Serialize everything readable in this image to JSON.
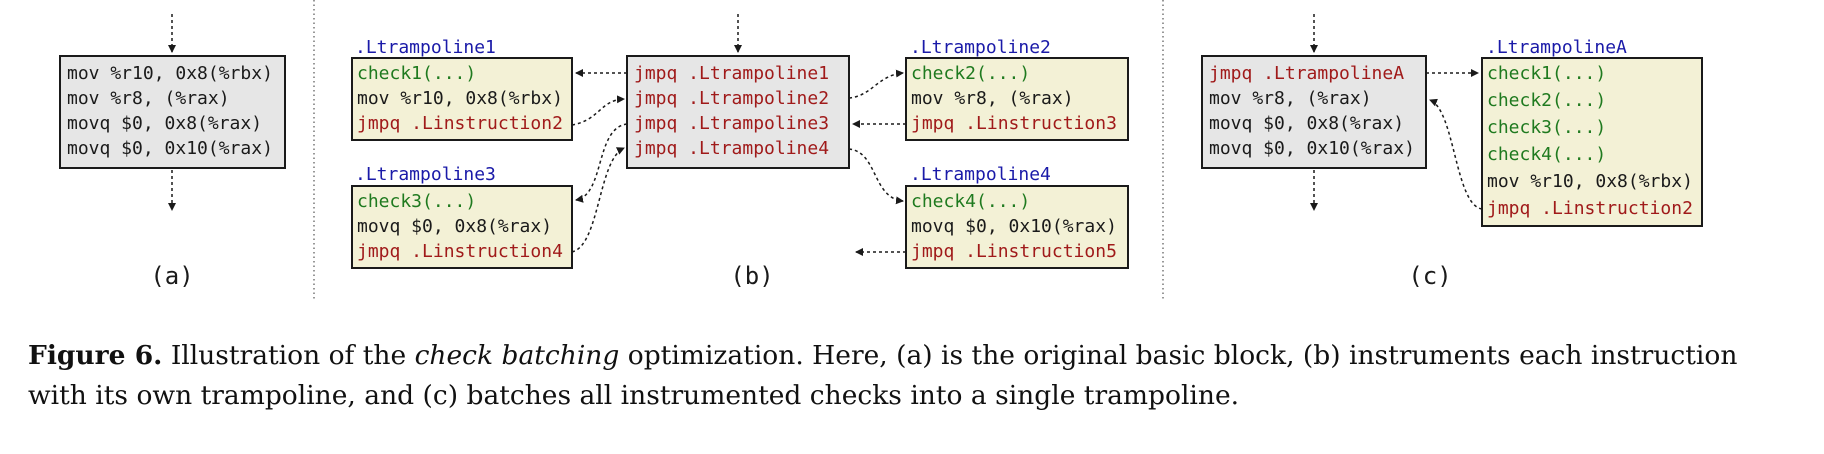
{
  "colors": {
    "black": "#1a1a1a",
    "check_green": "#1f7a1f",
    "jump_red": "#a01a1a",
    "label_blue": "#1a1aa8",
    "block_gray": "#e6e6e6",
    "tramp_yellow": "#f3f1d6"
  },
  "panel_a": {
    "lines": [
      "mov %r10, 0x8(%rbx)",
      "mov %r8, (%rax)",
      "movq $0, 0x8(%rax)",
      "movq $0, 0x10(%rax)"
    ],
    "caption": "(a)"
  },
  "panel_b": {
    "main_lines": [
      "jmpq .Ltrampoline1",
      "jmpq .Ltrampoline2",
      "jmpq .Ltrampoline3",
      "jmpq .Ltrampoline4"
    ],
    "tramp1": {
      "label": ".Ltrampoline1",
      "lines": [
        "check1(...)",
        "mov %r10, 0x8(%rbx)",
        "jmpq .Linstruction2"
      ]
    },
    "tramp2": {
      "label": ".Ltrampoline2",
      "lines": [
        "check2(...)",
        "mov %r8, (%rax)",
        "jmpq .Linstruction3"
      ]
    },
    "tramp3": {
      "label": ".Ltrampoline3",
      "lines": [
        "check3(...)",
        "movq $0, 0x8(%rax)",
        "jmpq .Linstruction4"
      ]
    },
    "tramp4": {
      "label": ".Ltrampoline4",
      "lines": [
        "check4(...)",
        "movq $0, 0x10(%rax)",
        "jmpq .Linstruction5"
      ]
    },
    "caption": "(b)"
  },
  "panel_c": {
    "main_lines": [
      "jmpq .LtrampolineA",
      "mov %r8, (%rax)",
      "movq $0, 0x8(%rax)",
      "movq $0, 0x10(%rax)"
    ],
    "trampA": {
      "label": ".LtrampolineA",
      "lines": [
        "check1(...)",
        "check2(...)",
        "check3(...)",
        "check4(...)",
        "mov %r10, 0x8(%rbx)",
        "jmpq .Linstruction2"
      ]
    },
    "caption": "(c)"
  },
  "caption": {
    "figure_label": "Figure 6.",
    "text_before": " Illustration of the ",
    "emphasis": "check batching",
    "text_after": " optimization. Here, (a) is the original basic block, (b) instruments each instruction with its own trampoline, and (c) batches all instrumented checks into a single trampoline."
  }
}
